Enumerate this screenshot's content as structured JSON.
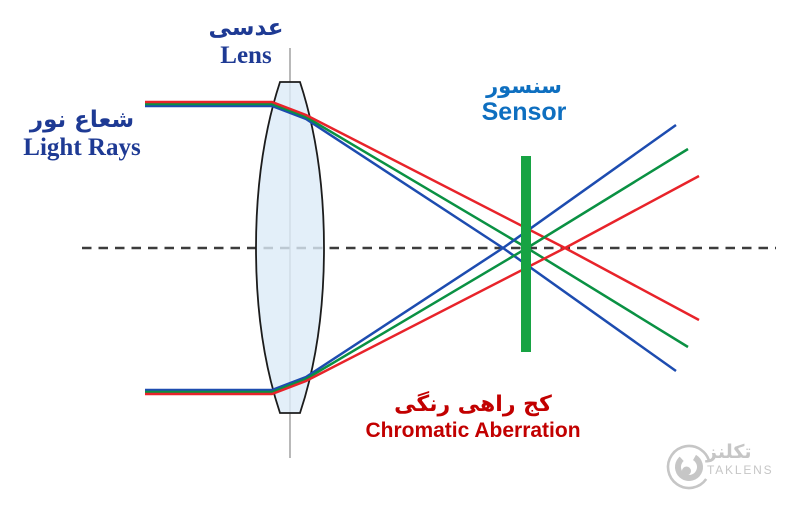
{
  "diagram": {
    "title": "Chromatic aberration through a lens",
    "labels": {
      "lens_fa": "عدسی",
      "lens_en": "Lens",
      "light_rays_fa": "شعاع نور",
      "light_rays_en": "Light Rays",
      "sensor_fa": "سنسور",
      "sensor_en": "Sensor",
      "aberration_fa": "کج راهی رنگی",
      "aberration_en": "Chromatic Aberration"
    },
    "colors": {
      "red_ray": "#e8232a",
      "green_ray": "#0a9143",
      "blue_ray": "#1d4cb0",
      "sensor": "#17a343",
      "lens_fill": "#dcebf7",
      "lens_outline": "#1c1c1c",
      "lens_axis_line": "#8a8a8a",
      "optical_axis": "#3c3c3c",
      "label_navy": "#1e3a94",
      "label_blue": "#0e6fc0",
      "label_red": "#c20000",
      "watermark_gray": "#c6c6c6"
    },
    "watermark": {
      "name_fa": "تکلنز",
      "name_en": "TAKLENS"
    }
  }
}
